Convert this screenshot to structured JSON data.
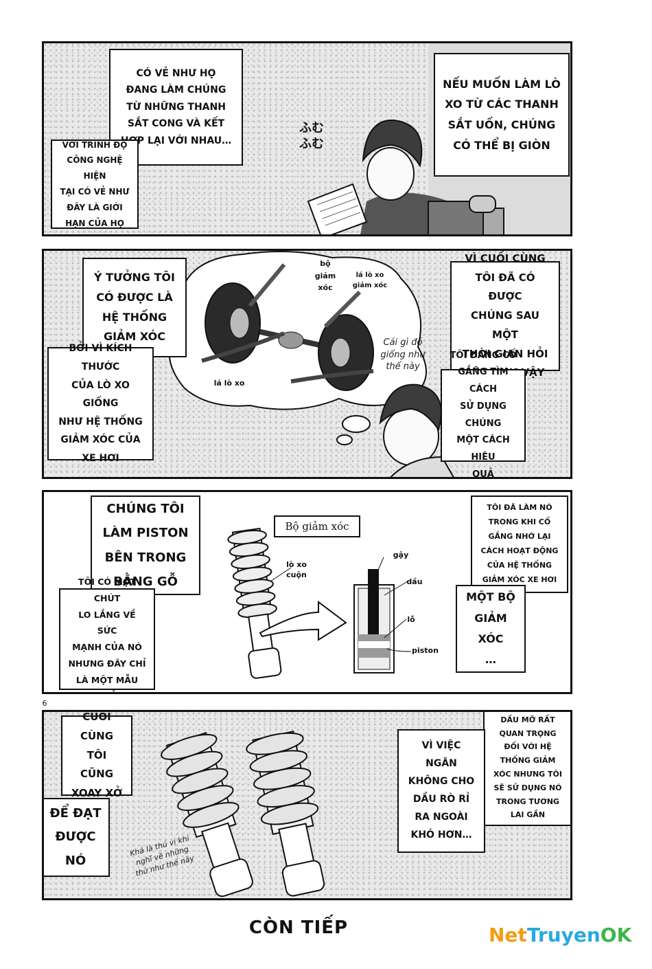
{
  "panel1": {
    "caption_top": "CÓ VẺ NHƯ HỌ\nĐANG LÀM CHÚNG\nTỪ NHỮNG THANH\nSẮT CONG VÀ KẾT\nHỢP LẠI VỚI NHAU…",
    "caption_left": "VỚI TRÌNH ĐỘ\nCÔNG NGHỆ HIỆN\nTẠI CÓ VẺ NHƯ\nĐÂY LÀ GIỚI\nHẠN CỦA HỌ",
    "caption_right": "NẾU MUỐN LÀM LÒ\nXO TỪ CÁC THANH\nSẮT UỐN, CHÚNG\nCÓ THỂ BỊ GIÒN",
    "sfx": "ふむ\nふむ"
  },
  "panel2": {
    "caption_top_left": "Ý TƯỞNG TÔI\nCÓ ĐƯỢC LÀ\nHỆ THỐNG\nGIẢM XÓC",
    "caption_left": "BỞI VÌ KÍCH THƯỚC\nCỦA LÒ XO GIỐNG\nNHƯ HỆ THỐNG\nGIẢM XÓC CỦA\nXE HƠI",
    "caption_top_right": "VÌ CUỐI CÙNG\nTÔI ĐÃ CÓ ĐƯỢC\nCHÚNG SAU MỘT\nTHỜI GIAN HỎI\nLÂU NHƯ VẬY",
    "caption_right": "TÔI ĐANG CỐ\nGẮNG TÌM CÁCH\nSỬ DỤNG CHÚNG\nMỘT CÁCH HIỆU\nQUẢ",
    "label_shock": "bộ\ngiảm\nxóc",
    "label_leaf_spring_top": "lá lò xo\ngiảm xóc",
    "label_leaf_spring": "lá lò xo",
    "thought": "Cái gì đó\ngiống như\nthế này"
  },
  "panel3": {
    "caption_top_left": "CHÚNG TÔI\nLÀM PISTON\nBÊN TRONG\nBẰNG GỖ",
    "caption_left": "TÔI CÓ MỘT CHÚT\nLO LẮNG VỀ SỨC\nMẠNH CỦA NÓ\nNHƯNG ĐÂY CHỈ\nLÀ MỘT MẪU THỬ",
    "caption_top_right": "TÔI ĐÃ LÀM NÓ\nTRONG KHI CỐ\nGẮNG NHỚ LẠI\nCÁCH HOẠT ĐỘNG\nCỦA HỆ THỐNG\nGIẢM XÓC XE HƠI",
    "caption_right": "MỘT BỘ\nGIẢM XÓC\n…",
    "diagram_title": "Bộ giảm xóc",
    "label_coil": "lò xo\ncuộn",
    "label_rod": "gậy",
    "label_oil": "dầu",
    "label_hole": "lỗ",
    "label_piston": "piston"
  },
  "page_number": "6",
  "panel4": {
    "caption_top_left": "CUỐI CÙNG\nTÔI CŨNG\nXOAY XỞ",
    "caption_left": "ĐỂ ĐẠT\nĐƯỢC NÓ",
    "caption_top_right": "DẦU MỠ RẤT\nQUAN TRỌNG\nĐỐI VỚI HỆ\nTHỐNG GIẢM\nXÓC NHƯNG TÔI\nSẼ SỬ DỤNG NÓ\nTRONG TƯƠNG\nLAI GẦN",
    "caption_right": "VÌ VIỆC NGĂN\nKHÔNG CHO\nDẦU RÒ RỈ\nRA NGOÀI\nKHÓ HƠN…",
    "aside": "Khá là thú vị khi\nnghĩ về những\nthứ như thế này"
  },
  "footer": {
    "to_be_continued": "CÒN TIẾP",
    "watermark_a": "Net",
    "watermark_b": "Truyen",
    "watermark_c": "OK"
  }
}
